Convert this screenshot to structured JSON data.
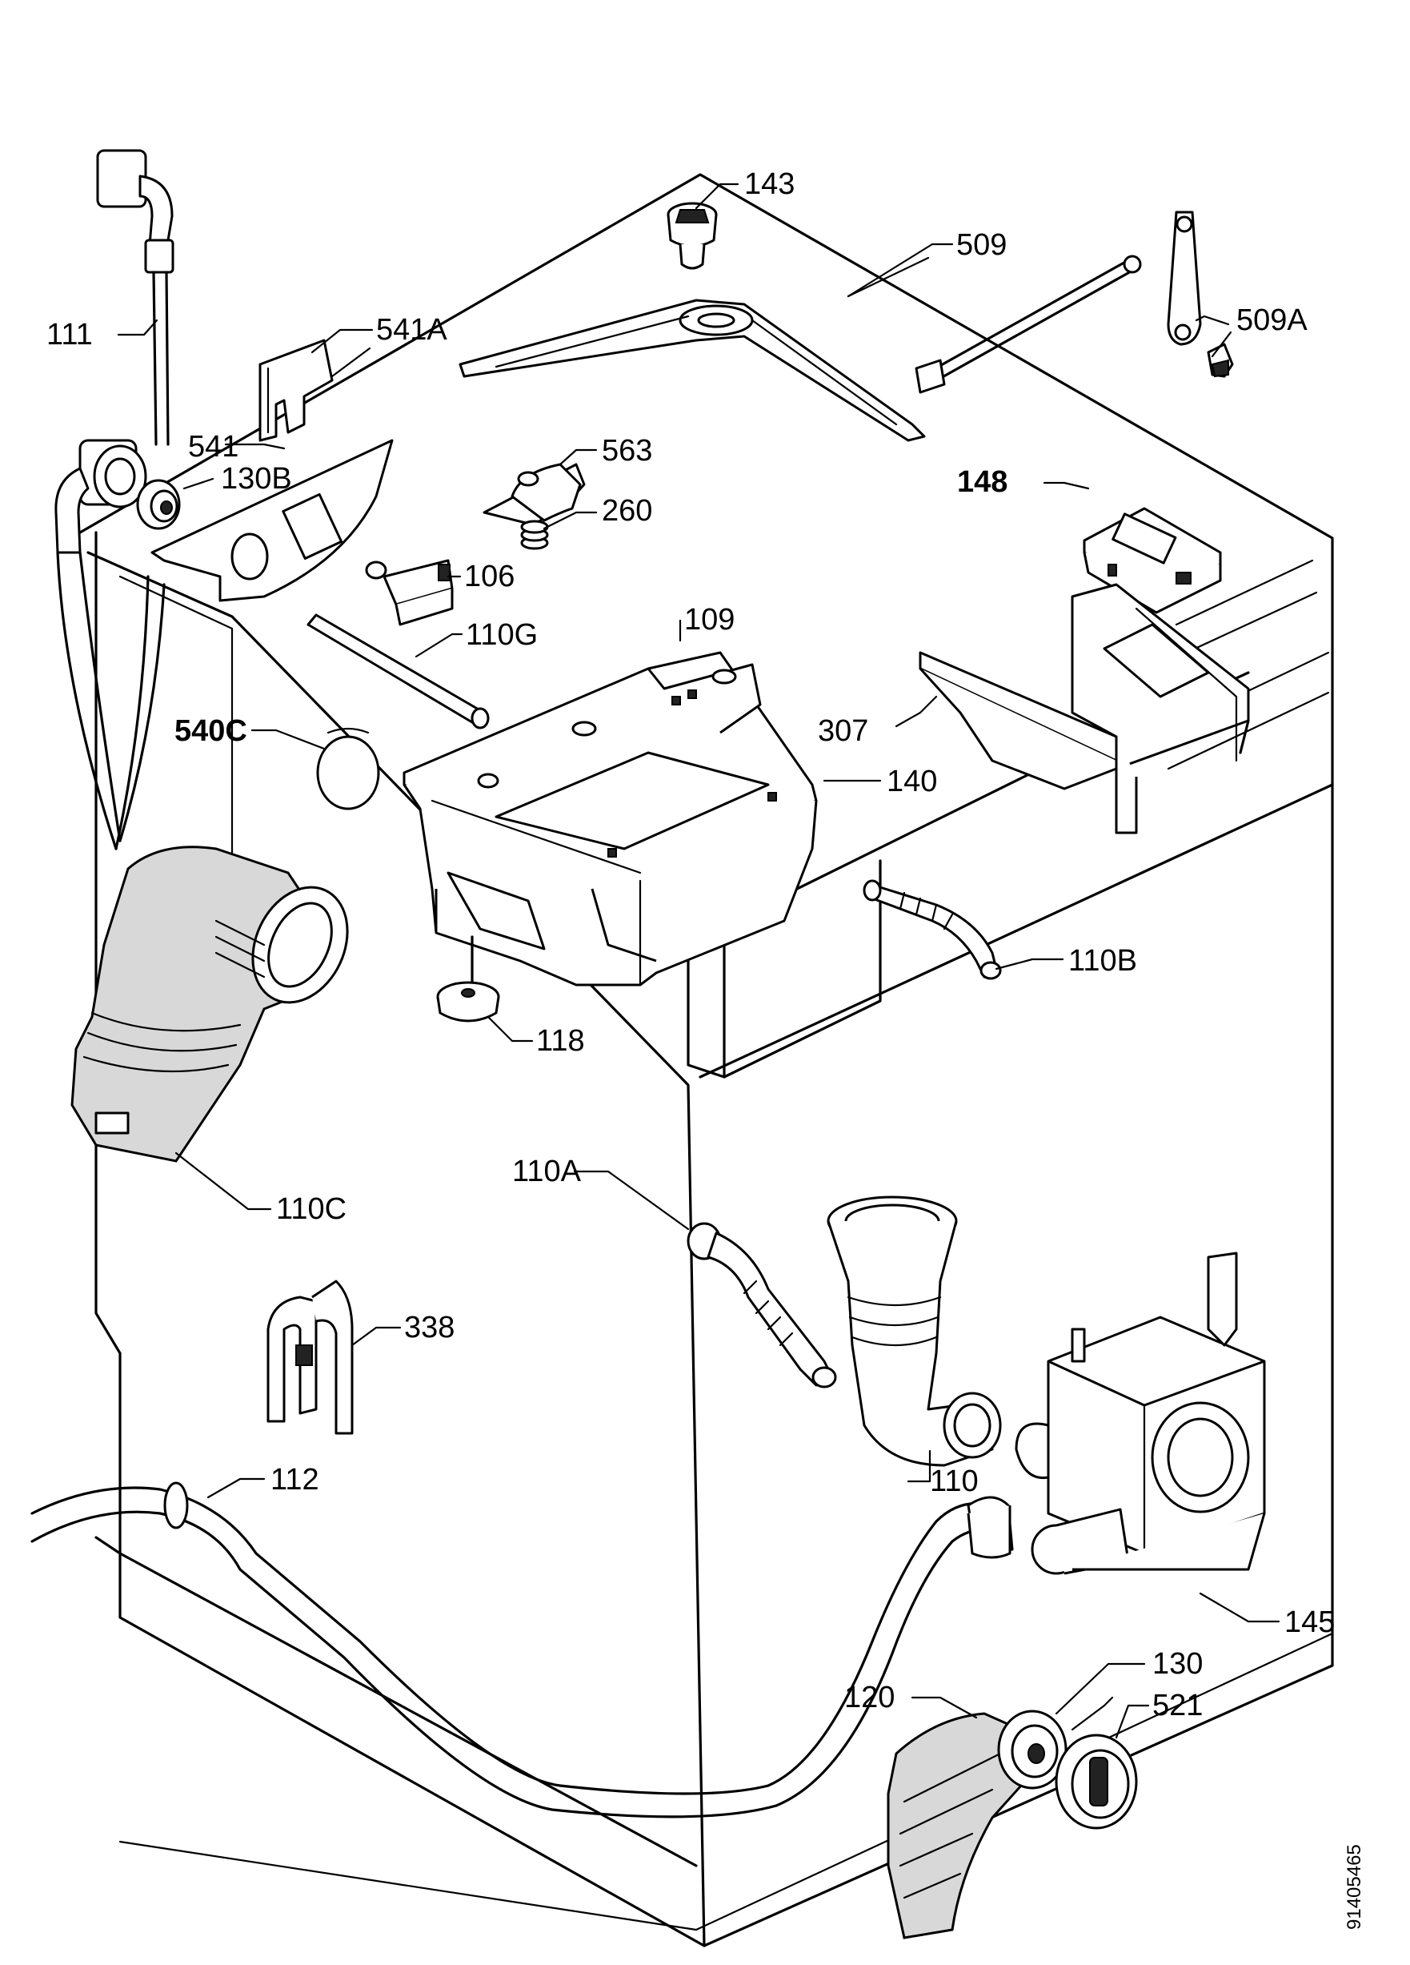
{
  "diagram": {
    "labels": {
      "l111": "111",
      "l541a": "541A",
      "l541": "541",
      "l130b": "130B",
      "l143": "143",
      "l509": "509",
      "l509a": "509A",
      "l563": "563",
      "l260": "260",
      "l106": "106",
      "l148": "148",
      "l110g": "110G",
      "l109": "109",
      "l540c": "540C",
      "l307": "307",
      "l140": "140",
      "l110b": "110B",
      "l118": "118",
      "l110c": "110C",
      "l110a": "110A",
      "l338": "338",
      "l110": "110",
      "l112": "112",
      "l145": "145",
      "l130": "130",
      "l120": "120",
      "l521": "521"
    },
    "reference_number": "91405465"
  }
}
